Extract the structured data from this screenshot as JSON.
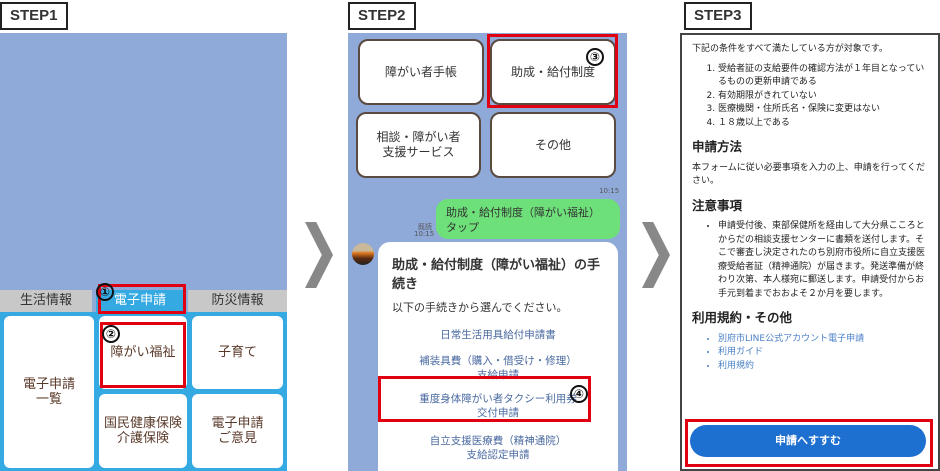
{
  "steps": [
    "STEP1",
    "STEP2",
    "STEP3"
  ],
  "step1": {
    "tabs": [
      "生活情報",
      "電子申請",
      "防災情報"
    ],
    "cells": [
      "電子申請\n一覧",
      "障がい福祉",
      "子育て",
      "国民健康保険\n介護保険",
      "電子申請\nご意見"
    ],
    "markers": [
      "①",
      "②"
    ]
  },
  "step2": {
    "menu": [
      "障がい者手帳",
      "助成・給付制度",
      "相談・障がい者\n支援サービス",
      "その他"
    ],
    "time1": "10:15",
    "read_label": "既読",
    "time2": "10:15",
    "user_message": "助成・給付制度（障がい福祉）タップ",
    "card_title": "助成・給付制度（障がい福祉）の手続き",
    "card_subtitle": "以下の手続きから選んでください。",
    "links": [
      "日常生活用具給付申請書",
      "補装具費（購入・借受け・修理）\n支給申請",
      "重度身体障がい者タクシー利用券\n交付申請",
      "自立支援医療費（精神通院）\n支給認定申請"
    ],
    "markers": [
      "③",
      "④"
    ]
  },
  "step3": {
    "intro": "下記の条件をすべて満たしている方が対象です。",
    "conditions": [
      "受給者証の支給要件の確認方法が１年目となっているものの更新申請である",
      "有効期限がきれていない",
      "医療機関・住所氏名・保険に変更はない",
      "１８歳以上である"
    ],
    "method_heading": "申請方法",
    "method_text": "本フォームに従い必要事項を入力の上、申請を行ってください。",
    "notes_heading": "注意事項",
    "notes": [
      "申請受付後、東部保健所を経由して大分県こころとからだの相談支援センターに書類を送付します。そこで審査し決定されたのち別府市役所に自立支援医療受給者証（精神通院）が届きます。発送準備が終わり次第、本人様宛に郵送します。申請受付からお手元到着までおおよそ２か月を要します。"
    ],
    "terms_heading": "利用規約・その他",
    "terms_links": [
      "別府市LINE公式アカウント電子申請",
      "利用ガイド",
      "利用規約"
    ],
    "apply_button": "申請へすすむ"
  },
  "colors": {
    "highlight": "#e00012",
    "line_bg": "#8fa9d8",
    "tab_active": "#35a9e1",
    "user_bubble": "#6ee07a",
    "apply": "#1d6fd0"
  }
}
